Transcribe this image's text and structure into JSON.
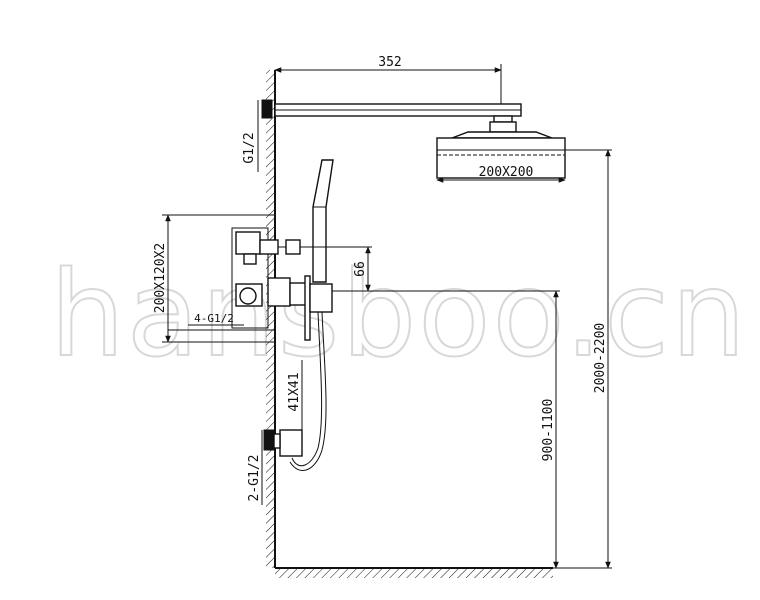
{
  "dimensions": {
    "arm_length": "352",
    "head_size": "200X200",
    "inlet_top": "G1/2",
    "box_size": "200X120X2",
    "box_inlets": "4-G1/2",
    "spout_drop": "66",
    "holder_size": "41X41",
    "outlet_bottom": "2-G1/2",
    "mixer_height": "900-1100",
    "head_height": "2000-2200"
  },
  "watermark": "hansboo.cn"
}
